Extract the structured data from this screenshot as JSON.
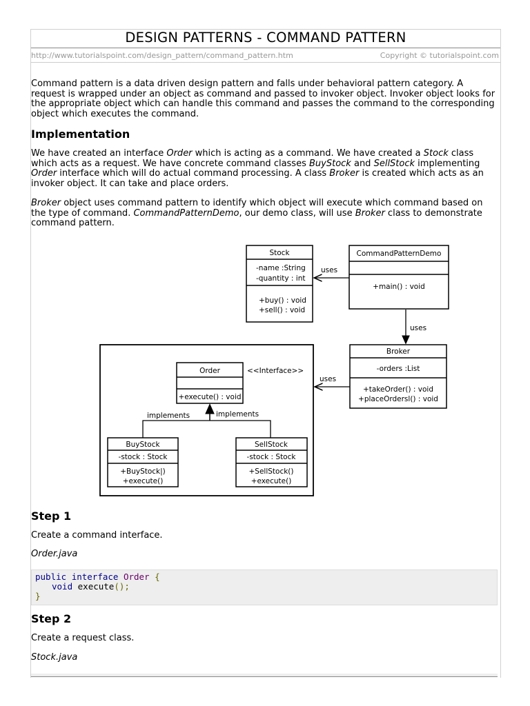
{
  "header": {
    "title": "DESIGN PATTERNS - COMMAND PATTERN",
    "url": "http://www.tutorialspoint.com/design_pattern/command_pattern.htm",
    "copyright": "Copyright © tutorialspoint.com"
  },
  "intro": "Command pattern is a data driven design pattern and falls under behavioral pattern category. A request is wrapped under an object as command and passed to invoker object. Invoker object looks for the appropriate object which can handle this command and passes the command to the corresponding object which executes the command.",
  "implementation": {
    "heading": "Implementation",
    "p1": {
      "a": "We have created an interface ",
      "b": "Order",
      "c": " which is acting as a command. We have created a ",
      "d": "Stock",
      "e": " class which acts as a request. We have concrete command classes ",
      "f": "BuyStock",
      "g": " and ",
      "h": "SellStock",
      "i": " implementing ",
      "j": "Order",
      "k": " interface which will do actual command processing. A class ",
      "l": "Broker",
      "m": " is created which acts as an invoker object. It can take and place orders."
    },
    "p2": {
      "a": "Broker",
      "b": " object uses command pattern to identify which object will execute which command based on the type of command. ",
      "c": "CommandPatternDemo",
      "d": ", our demo class, will use ",
      "e": "Broker",
      "f": " class to demonstrate command pattern."
    }
  },
  "diagram": {
    "stock": {
      "name": "Stock",
      "attr1": "-name :String",
      "attr2": "-quantity : int",
      "op1": "+buy() : void",
      "op2": "+sell() : void"
    },
    "demo": {
      "name": "CommandPatternDemo",
      "op1": "+main() : void"
    },
    "broker": {
      "name": "Broker",
      "attr1": "-orders :List",
      "op1": "+takeOrder() : void",
      "op2": "+placeOrdersl() : void"
    },
    "order": {
      "name": "Order",
      "stereotype": "<<Interface>>",
      "op1": "+execute() : void"
    },
    "buystock": {
      "name": "BuyStock",
      "attr1": "-stock : Stock",
      "op1": "+BuyStock|)",
      "op2": "+execute()"
    },
    "sellstock": {
      "name": "SellStock",
      "attr1": "-stock : Stock",
      "op1": "+SellStock()",
      "op2": "+execute()"
    },
    "labels": {
      "uses1": "uses",
      "uses2": "uses",
      "uses3": "uses",
      "implements1": "implements",
      "implements2": "implements"
    }
  },
  "step1": {
    "heading": "Step 1",
    "text": "Create a command interface.",
    "file": "Order.java",
    "code": {
      "l1_kw1": "public",
      "l1_kw2": "interface",
      "l1_type": "Order",
      "l1_brace": "{",
      "l2_kw": "void",
      "l2_name": "execute",
      "l2_punc": "();",
      "l3_brace": "}"
    }
  },
  "step2": {
    "heading": "Step 2",
    "text": "Create a request class.",
    "file": "Stock.java"
  }
}
